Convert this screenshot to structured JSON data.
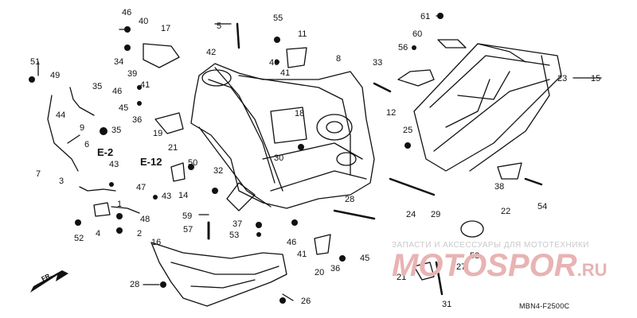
{
  "diagram": {
    "code": "MBN4-F2500C",
    "direction_label": "FR.",
    "section_refs": [
      "E-2",
      "E-12"
    ],
    "watermark": {
      "text": "ЗАПАСТИ И АКСЕССУАРЫ ДЛЯ МОТОТЕХНИКИ",
      "logo_main": "MOTOSPOR",
      "logo_tld": ".RU"
    },
    "part_labels": [
      "1",
      "2",
      "3",
      "4",
      "5",
      "6",
      "7",
      "8",
      "9",
      "11",
      "12",
      "14",
      "15",
      "16",
      "17",
      "18",
      "19",
      "20",
      "21",
      "21",
      "22",
      "23",
      "24",
      "25",
      "26",
      "27",
      "28",
      "28",
      "29",
      "30",
      "31",
      "32",
      "33",
      "34",
      "35",
      "35",
      "36",
      "36",
      "37",
      "38",
      "39",
      "40",
      "41",
      "41",
      "41",
      "42",
      "43",
      "43",
      "44",
      "45",
      "45",
      "46",
      "46",
      "46",
      "46",
      "47",
      "48",
      "49",
      "50",
      "51",
      "52",
      "53",
      "54",
      "55",
      "56",
      "57",
      "58",
      "59",
      "60",
      "61"
    ]
  },
  "colors": {
    "line": "#111111",
    "watermark": "#e6a8a8"
  }
}
